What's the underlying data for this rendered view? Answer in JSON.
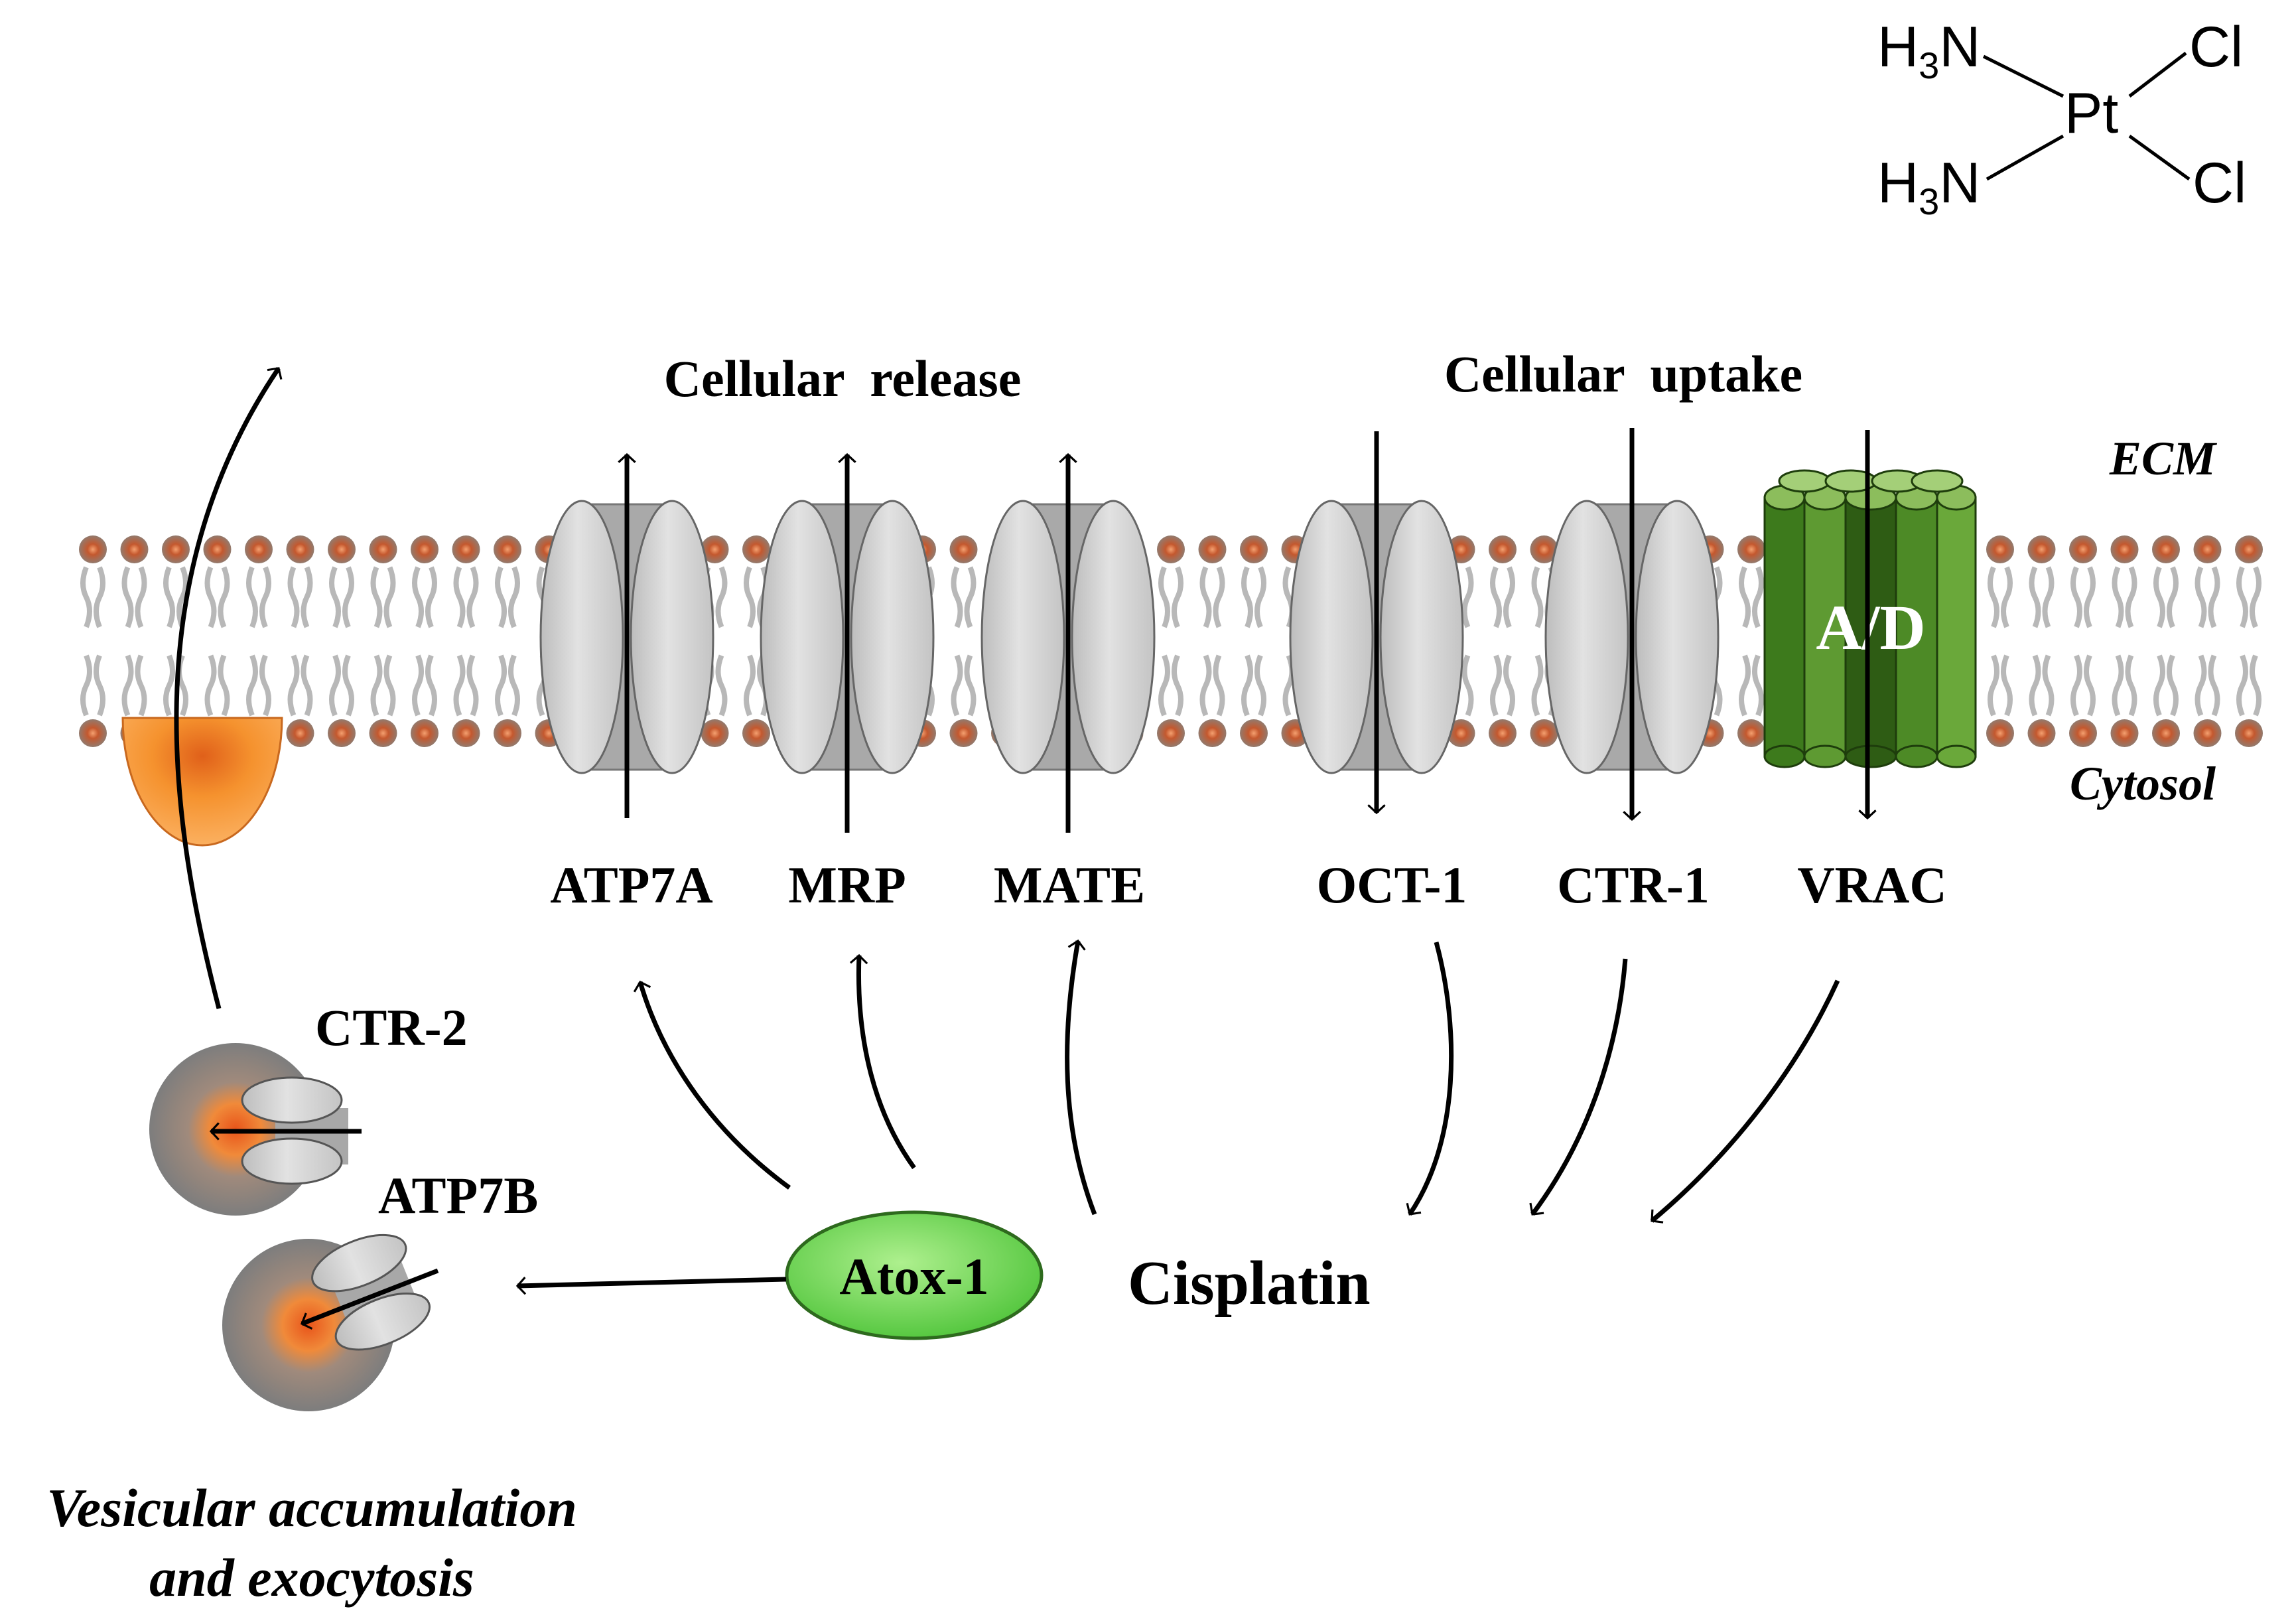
{
  "formula": {
    "h3n_top": "H3N",
    "h3n_bottom": "H3N",
    "metal": "Pt",
    "cl_top": "Cl",
    "cl_bottom": "Cl"
  },
  "headings": {
    "cellular_release": "Cellular  release",
    "cellular_uptake": "Cellular  uptake"
  },
  "compartments": {
    "ecm": "ECM",
    "cytosol": "Cytosol"
  },
  "vrac_core": "A/D",
  "transporters": [
    "ATP7A",
    "MRP",
    "MATE",
    "OCT-1",
    "CTR-1",
    "VRAC"
  ],
  "vesicle_labels": {
    "ctr2": "CTR-2",
    "atp7b": "ATP7B"
  },
  "atox1": "Atox-1",
  "cisplatin": "Cisplatin",
  "caption": {
    "line1": "Vesicular accumulation",
    "line2": "and exocytosis"
  },
  "colors": {
    "lipid_head": "#b04a28",
    "lipid_tail": "#b8b8b8",
    "channel_gray": "#d6d6d6",
    "channel_core": "#a8a8a8",
    "vrac_green": "#3f7a1e",
    "vrac_dark": "#2a5512",
    "vrac_light": "#78aa4a",
    "atox1_green": "#7bdc5a",
    "vesicle_orange": "#f08a2a",
    "vesicle_gray": "#8f8f8f"
  }
}
